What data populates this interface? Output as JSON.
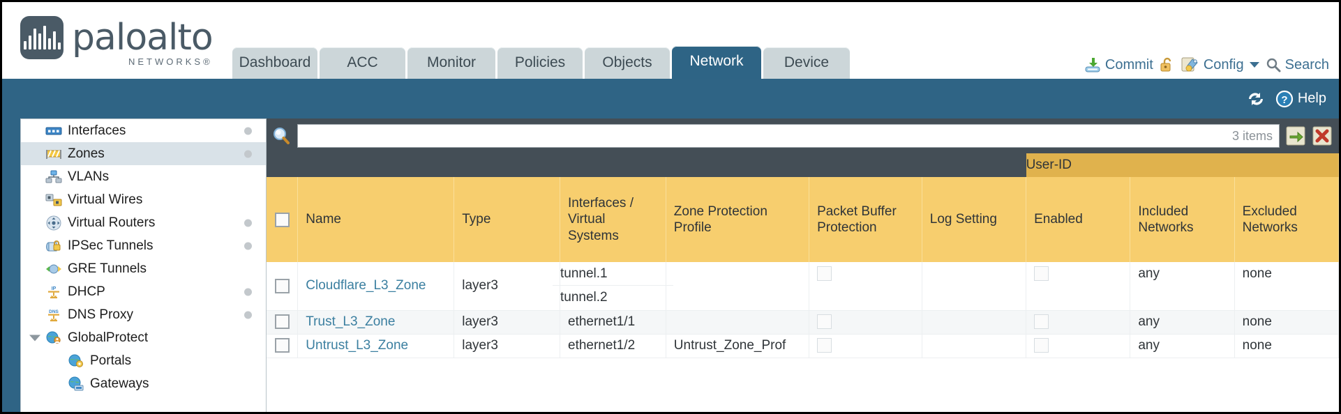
{
  "brand": {
    "name": "paloalto",
    "tagline": "NETWORKS®"
  },
  "tabs": [
    {
      "label": "Dashboard",
      "active": false,
      "width": 122
    },
    {
      "label": "ACC",
      "active": false,
      "width": 123
    },
    {
      "label": "Monitor",
      "active": false,
      "width": 126
    },
    {
      "label": "Policies",
      "active": false,
      "width": 122
    },
    {
      "label": "Objects",
      "active": false,
      "width": 122
    },
    {
      "label": "Network",
      "active": true,
      "width": 128
    },
    {
      "label": "Device",
      "active": false,
      "width": 124
    }
  ],
  "header_actions": {
    "commit": {
      "label": "Commit",
      "icon": "commit-icon"
    },
    "lock": {
      "label": "",
      "icon": "unlock-icon"
    },
    "config": {
      "label": "Config",
      "icon": "config-key-icon",
      "caret": "chevron-down-icon"
    },
    "search": {
      "label": "Search",
      "icon": "search-icon"
    }
  },
  "blueband": {
    "refresh": {
      "icon": "refresh-icon"
    },
    "help": {
      "label": "Help",
      "icon": "help-icon"
    }
  },
  "sidebar": {
    "items": [
      {
        "label": "Interfaces",
        "icon": "interfaces-icon",
        "dot": true,
        "selected": false,
        "child": false,
        "caret": false
      },
      {
        "label": "Zones",
        "icon": "zones-icon",
        "dot": true,
        "selected": true,
        "child": false,
        "caret": false
      },
      {
        "label": "VLANs",
        "icon": "vlans-icon",
        "dot": false,
        "selected": false,
        "child": false,
        "caret": false
      },
      {
        "label": "Virtual Wires",
        "icon": "virtual-wires-icon",
        "dot": false,
        "selected": false,
        "child": false,
        "caret": false
      },
      {
        "label": "Virtual Routers",
        "icon": "virtual-routers-icon",
        "dot": true,
        "selected": false,
        "child": false,
        "caret": false
      },
      {
        "label": "IPSec Tunnels",
        "icon": "ipsec-tunnels-icon",
        "dot": true,
        "selected": false,
        "child": false,
        "caret": false
      },
      {
        "label": "GRE Tunnels",
        "icon": "gre-tunnels-icon",
        "dot": false,
        "selected": false,
        "child": false,
        "caret": false
      },
      {
        "label": "DHCP",
        "icon": "dhcp-icon",
        "dot": true,
        "selected": false,
        "child": false,
        "caret": false
      },
      {
        "label": "DNS Proxy",
        "icon": "dns-proxy-icon",
        "dot": true,
        "selected": false,
        "child": false,
        "caret": false
      },
      {
        "label": "GlobalProtect",
        "icon": "globalprotect-icon",
        "dot": false,
        "selected": false,
        "child": false,
        "caret": true
      },
      {
        "label": "Portals",
        "icon": "portals-icon",
        "dot": false,
        "selected": false,
        "child": true,
        "caret": false
      },
      {
        "label": "Gateways",
        "icon": "gateways-icon",
        "dot": false,
        "selected": false,
        "child": true,
        "caret": false
      }
    ]
  },
  "search": {
    "value": "",
    "placeholder": "",
    "items_count": "3 items",
    "apply_icon": "apply-arrow-icon",
    "clear_icon": "clear-x-icon"
  },
  "table": {
    "group_header": {
      "label": "User-ID",
      "spans": 3
    },
    "columns": [
      {
        "key": "checkbox",
        "label": "",
        "width": 36,
        "type": "checkbox"
      },
      {
        "key": "name",
        "label": "Name",
        "width": 180,
        "type": "link"
      },
      {
        "key": "type",
        "label": "Type",
        "width": 122,
        "type": "text"
      },
      {
        "key": "interfaces",
        "label": "Interfaces / Virtual Systems",
        "width": 122,
        "type": "list"
      },
      {
        "key": "zone_prot",
        "label": "Zone Protection Profile",
        "width": 165,
        "type": "text"
      },
      {
        "key": "pkt_buf",
        "label": "Packet Buffer Protection",
        "width": 130,
        "type": "checkbox"
      },
      {
        "key": "log_setting",
        "label": "Log Setting",
        "width": 120,
        "type": "text"
      },
      {
        "key": "enabled",
        "label": "Enabled",
        "width": 120,
        "type": "checkbox"
      },
      {
        "key": "included",
        "label": "Included Networks",
        "width": 120,
        "type": "text"
      },
      {
        "key": "excluded",
        "label": "Excluded Networks",
        "width": 120,
        "type": "text"
      }
    ],
    "rows": [
      {
        "checked": false,
        "name": "Cloudflare_L3_Zone",
        "type": "layer3",
        "interfaces": [
          "tunnel.1",
          "tunnel.2"
        ],
        "zone_prot": "",
        "pkt_buf": false,
        "log_setting": "",
        "enabled": false,
        "included": "any",
        "excluded": "none",
        "alt": false
      },
      {
        "checked": false,
        "name": "Trust_L3_Zone",
        "type": "layer3",
        "interfaces": [
          "ethernet1/1"
        ],
        "zone_prot": "",
        "pkt_buf": false,
        "log_setting": "",
        "enabled": false,
        "included": "any",
        "excluded": "none",
        "alt": true
      },
      {
        "checked": false,
        "name": "Untrust_L3_Zone",
        "type": "layer3",
        "interfaces": [
          "ethernet1/2"
        ],
        "zone_prot": "Untrust_Zone_Prof",
        "pkt_buf": false,
        "log_setting": "",
        "enabled": false,
        "included": "any",
        "excluded": "none",
        "alt": false
      }
    ]
  },
  "colors": {
    "brand_slate": "#4a5a66",
    "band_blue": "#2f6485",
    "tab_inactive": "#ccd6d9",
    "tab_active": "#2e6485",
    "header_yellow": "#f7ce6e",
    "group_yellow": "#e0b24d",
    "toolbar_dark": "#444e56",
    "link_blue": "#3b7fa0"
  }
}
